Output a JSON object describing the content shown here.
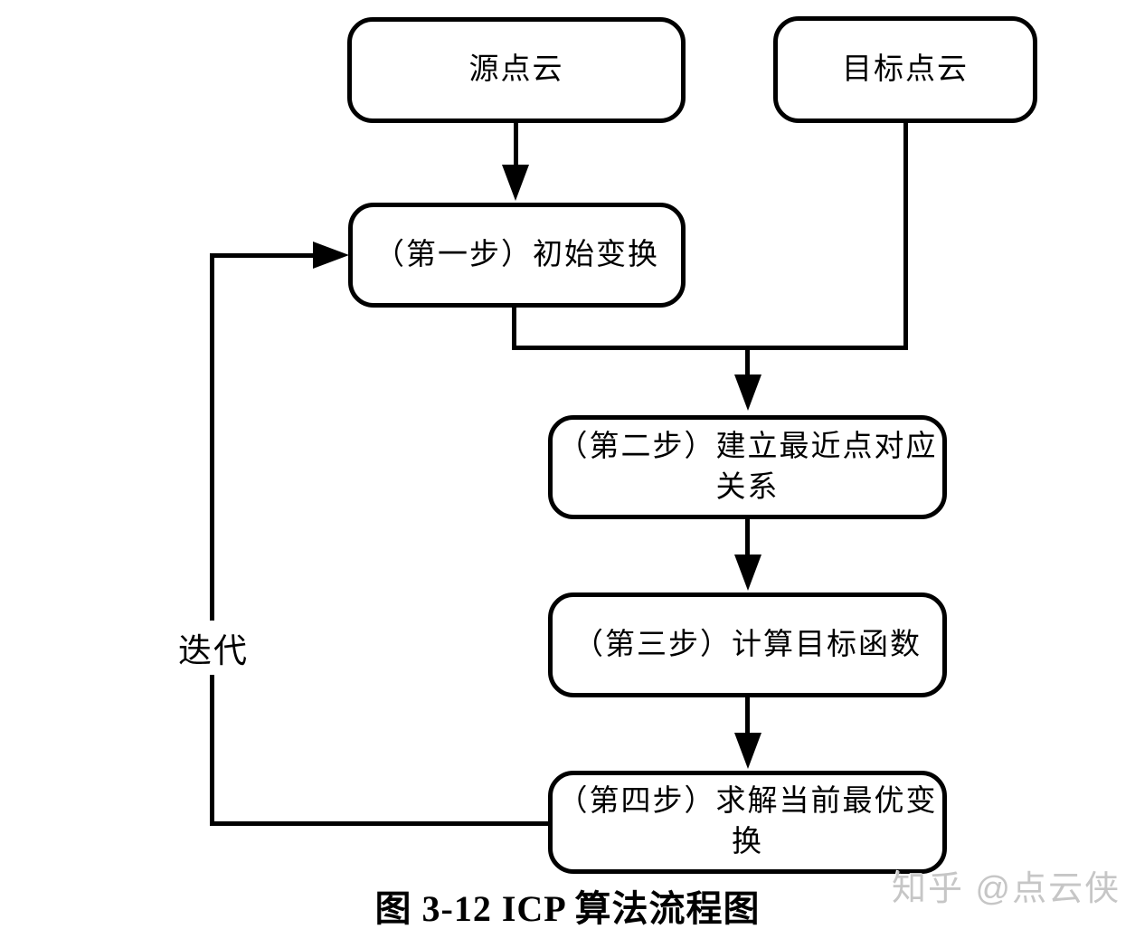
{
  "diagram": {
    "nodes": [
      {
        "id": "source",
        "label": "源点云"
      },
      {
        "id": "target",
        "label": "目标点云"
      },
      {
        "id": "step1",
        "label": "（第一步）初始变换"
      },
      {
        "id": "step2",
        "label": "（第二步）建立最近点对应关系"
      },
      {
        "id": "step3",
        "label": "（第三步）计算目标函数"
      },
      {
        "id": "step4",
        "label": "（第四步）求解当前最优变换"
      }
    ],
    "iteration_label": "迭代",
    "caption": "图 3-12 ICP 算法流程图",
    "watermark": "知乎 @点云侠",
    "colors": {
      "line": "#000000",
      "node_background": "#ffffff",
      "node_border": "#000000",
      "watermark_text": "#c6c6c6",
      "page_background": "#ffffff"
    }
  }
}
